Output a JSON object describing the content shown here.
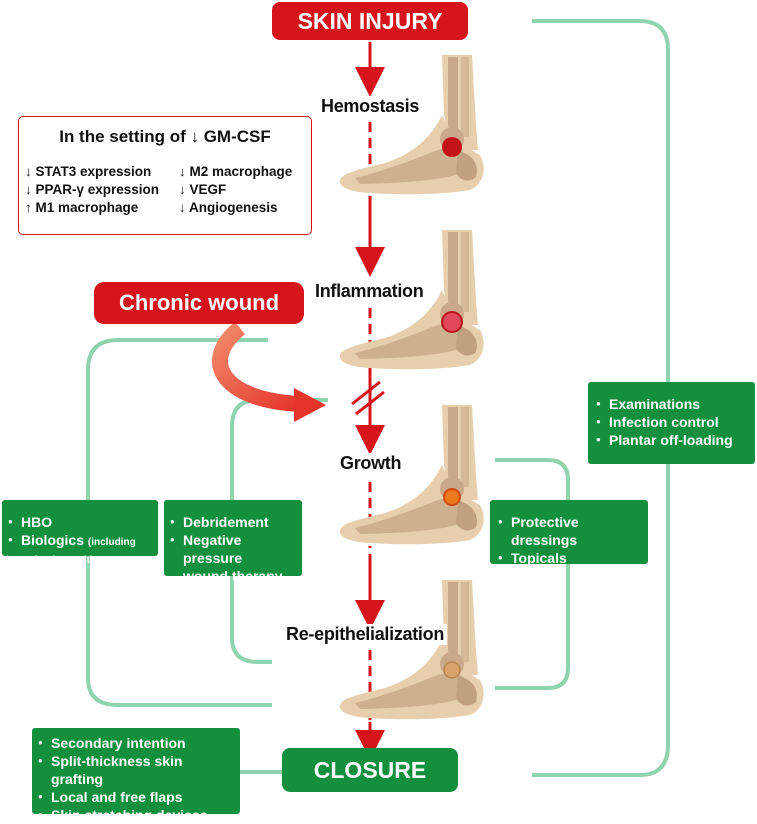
{
  "title_top": "SKIN INJURY",
  "chronic_label": "Chronic wound",
  "closure_label": "CLOSURE",
  "stages": [
    "Hemostasis",
    "Inflammation",
    "Growth",
    "Re-epithelialization"
  ],
  "info_box": {
    "title": "In the setting of ↓ GM-CSF",
    "left": [
      "↓ STAT3 expression",
      "↓ PPAR-γ expression",
      "↑ M1 macrophage"
    ],
    "right": [
      "↓ M2 macrophage",
      "↓ VEGF",
      "↓ Angiogenesis"
    ]
  },
  "box_exam": [
    "Examinations",
    "Infection control",
    "Plantar off-loading"
  ],
  "box_hbo": {
    "item1": "HBO",
    "item2": "Biologics",
    "item2_small": "(including",
    "item2_cont": "investigations with sargramostim)"
  },
  "box_debride": [
    "Debridement",
    "Negative pressure",
    "wound therapy"
  ],
  "box_protect": [
    "Protective dressings",
    "Topicals"
  ],
  "box_closure_options": [
    "Secondary intention",
    "Split-thickness skin grafting",
    "Local and free flaps",
    "Skin stretching devices"
  ],
  "colors": {
    "red": "#d7141c",
    "green": "#138f3d",
    "light_green": "#8fd3b0",
    "bone": "#e2c9a6"
  },
  "icons": [
    "foot-hemostasis",
    "foot-inflammation",
    "foot-growth",
    "foot-reepithelialization"
  ]
}
